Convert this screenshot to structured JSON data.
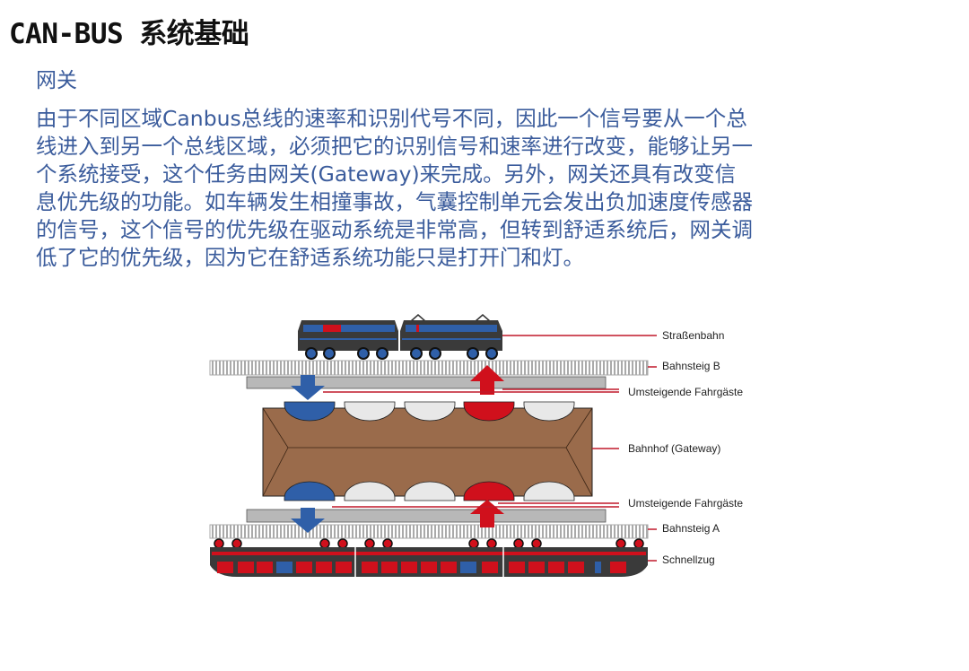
{
  "title": "CAN-BUS 系统基础",
  "subtitle": "网关",
  "body_lines": [
    "由于不同区域Canbus总线的速率和识别代号不同，因此一个信号要从一个总",
    "线进入到另一个总线区域，必须把它的识别信号和速率进行改变，能够让另一",
    "个系统接受，这个任务由网关(Gateway)来完成。另外，网关还具有改变信",
    "息优先级的功能。如车辆发生相撞事故，气囊控制单元会发出负加速度传感器",
    "的信号，这个信号的优先级在驱动系统是非常高，但转到舒适系统后，网关调",
    "低了它的优先级，因为它在舒适系统功能只是打开门和灯。"
  ],
  "diagram": {
    "labels": {
      "tram": "Straßenbahn",
      "platform_b": "Bahnsteig B",
      "transfer_top": "Umsteigende Fahrgäste",
      "station": "Bahnhof (Gateway)",
      "transfer_bottom": "Umsteigende Fahrgäste",
      "platform_a": "Bahnsteig A",
      "express": "Schnellzug"
    },
    "colors": {
      "blue": "#2f5fa8",
      "red": "#d0101c",
      "brown": "#9a6b4b",
      "dark": "#3a3a3a",
      "gray": "#b8b8b8"
    }
  }
}
